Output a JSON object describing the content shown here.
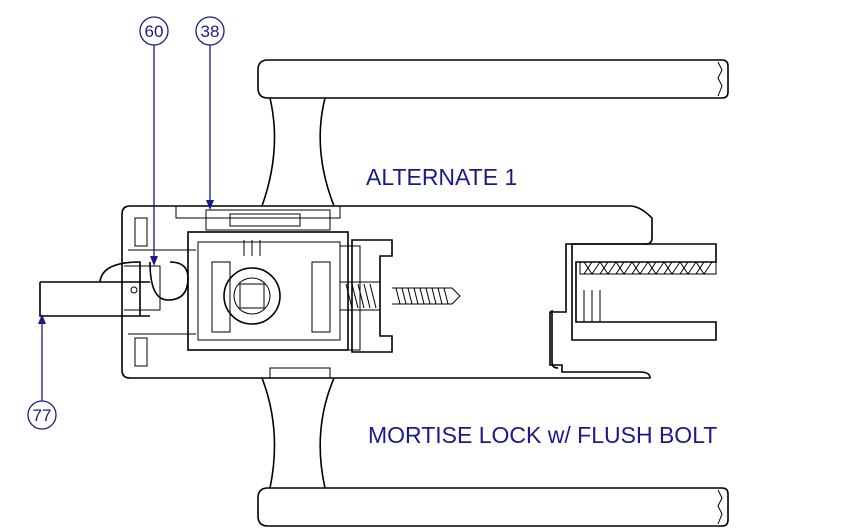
{
  "labels": {
    "title": "ALTERNATE 1",
    "subtitle": "MORTISE LOCK w/ FLUSH BOLT"
  },
  "callouts": [
    "60",
    "38",
    "77"
  ],
  "colors": {
    "annotation": "#1a1a8c",
    "linework": "#000000"
  }
}
